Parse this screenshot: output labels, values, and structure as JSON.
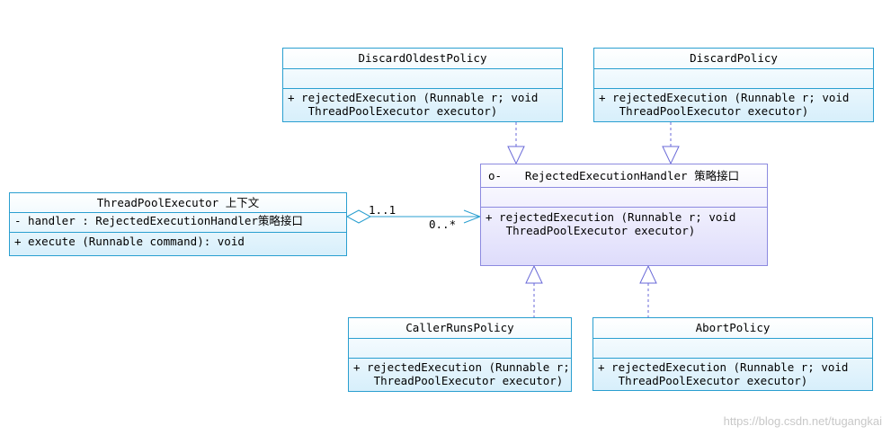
{
  "classes": {
    "discard_oldest": {
      "name": "DiscardOldestPolicy",
      "op_line1": "+ rejectedExecution (Runnable r; void",
      "op_line2": "   ThreadPoolExecutor executor)"
    },
    "discard": {
      "name": "DiscardPolicy",
      "op_line1": "+ rejectedExecution (Runnable r; void",
      "op_line2": "   ThreadPoolExecutor executor)"
    },
    "handler": {
      "stereo": "o-",
      "name": "RejectedExecutionHandler 策略接口",
      "op_line1": "+ rejectedExecution (Runnable r; void",
      "op_line2": "   ThreadPoolExecutor executor)"
    },
    "executor": {
      "name": "ThreadPoolExecutor 上下文",
      "attr": "- handler : RejectedExecutionHandler策略接口",
      "op": "+ execute (Runnable command): void"
    },
    "caller_runs": {
      "name": "CallerRunsPolicy",
      "op_line1": "+ rejectedExecution (Runnable r; void",
      "op_line2": "   ThreadPoolExecutor executor)"
    },
    "abort": {
      "name": "AbortPolicy",
      "op_line1": "+ rejectedExecution (Runnable r; void",
      "op_line2": "   ThreadPoolExecutor executor)"
    }
  },
  "association": {
    "source_multiplicity": "1..1",
    "target_multiplicity": "0..*"
  },
  "colors": {
    "class_border": "#2a9fd0",
    "interface_border": "#8c8ae0",
    "connector": "#2a9fd0",
    "realization": "#6a6ad8"
  },
  "watermark": "https://blog.csdn.net/tugangkai"
}
